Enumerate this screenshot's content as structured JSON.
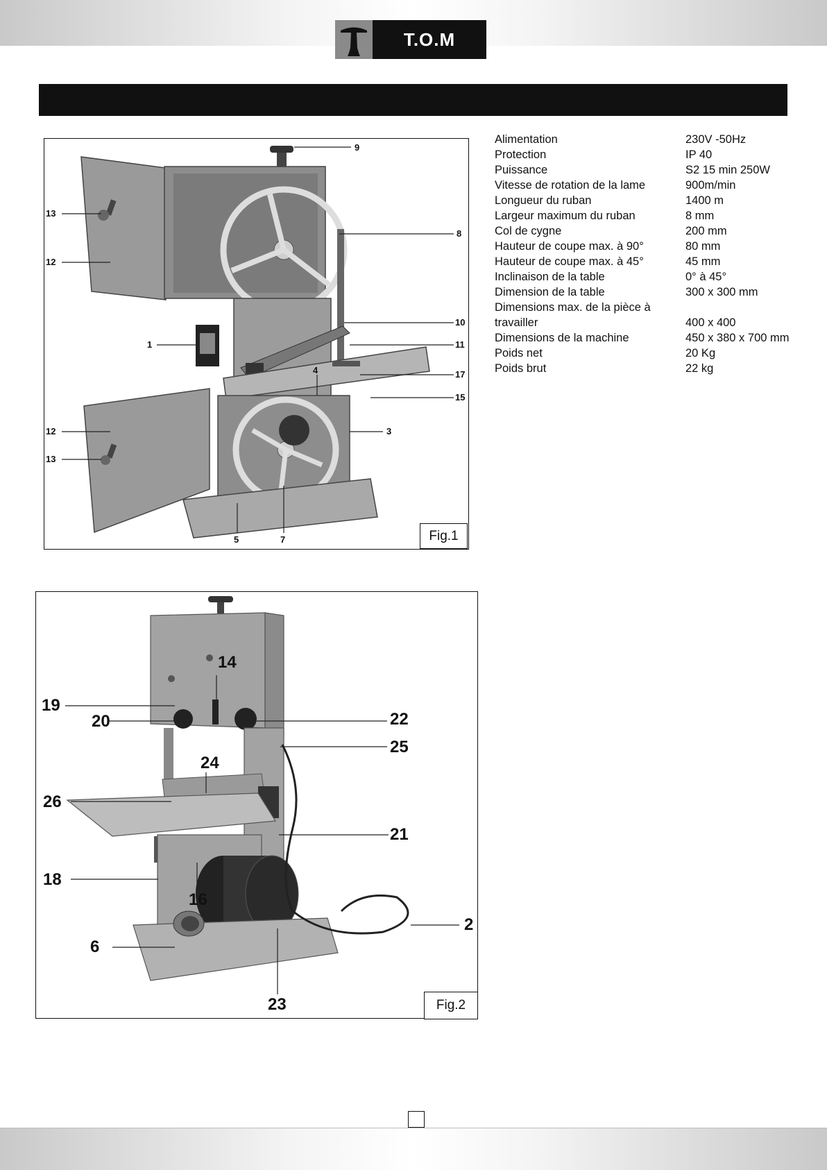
{
  "header": {
    "brand": "T.O.M"
  },
  "figure1": {
    "caption": "Fig.1",
    "callouts": [
      "9",
      "8",
      "13",
      "12",
      "10",
      "1",
      "11",
      "4",
      "17",
      "15",
      "12",
      "3",
      "13",
      "5",
      "7"
    ]
  },
  "figure2": {
    "caption": "Fig.2",
    "callouts": [
      "14",
      "19",
      "20",
      "22",
      "25",
      "24",
      "26",
      "21",
      "18",
      "16",
      "2",
      "6",
      "23"
    ]
  },
  "specs": [
    {
      "label": "Alimentation",
      "value": "230V -50Hz"
    },
    {
      "label": "Protection",
      "value": "IP 40"
    },
    {
      "label": "Puissance",
      "value": "S2 15 min 250W"
    },
    {
      "label": "Vitesse de rotation de la lame",
      "value": "900m/min"
    },
    {
      "label": "Longueur du ruban",
      "value": "1400 m"
    },
    {
      "label": "Largeur maximum du ruban",
      "value": "8 mm"
    },
    {
      "label": "Col de cygne",
      "value": "200 mm"
    },
    {
      "label": "Hauteur de coupe max. à 90°",
      "value": "80 mm"
    },
    {
      "label": "Hauteur de coupe max. à 45°",
      "value": "45 mm"
    },
    {
      "label": "Inclinaison de la table",
      "value": "0° à 45°"
    },
    {
      "label": "Dimension de la table",
      "value": "300 x 300 mm"
    },
    {
      "label": "Dimensions max.  de la pièce à",
      "value": ""
    },
    {
      "label": "travailler",
      "value": "400 x 400"
    },
    {
      "label": "Dimensions de la machine",
      "value": "450 x 380 x 700 mm"
    },
    {
      "label": "Poids net",
      "value": "20 Kg"
    },
    {
      "label": "Poids brut",
      "value": "22 kg"
    }
  ]
}
